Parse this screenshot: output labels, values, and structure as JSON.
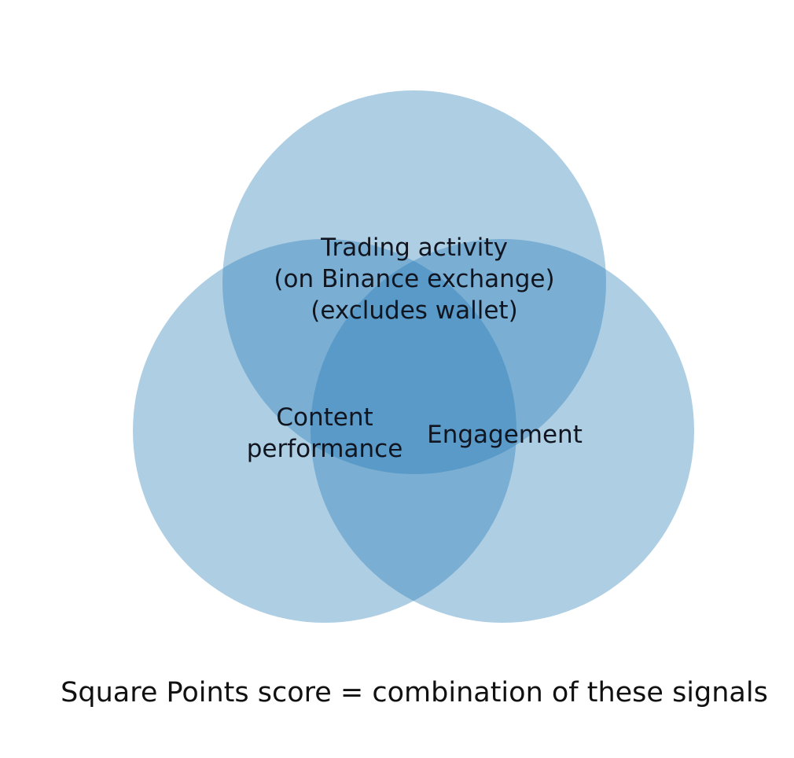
{
  "diagram": {
    "type": "venn3",
    "background": "#ffffff",
    "circle_fill_color": "#1f77b4",
    "circle_fill_opacity": "0.36",
    "region_colors": {
      "single": "#aecee4",
      "double_overlap": "#7badd3",
      "triple_overlap": "#5a9bc8"
    },
    "label_text_color": "#10151f",
    "sets": [
      {
        "id": "trading-activity",
        "label_lines": [
          "Trading activity",
          "(on Binance exchange)",
          "(excludes wallet)"
        ]
      },
      {
        "id": "content-performance",
        "label_lines": [
          "Content",
          "performance"
        ]
      },
      {
        "id": "engagement",
        "label_lines": [
          "Engagement"
        ]
      }
    ]
  },
  "caption": {
    "text": "Square Points score = combination of these signals",
    "color": "#111111"
  }
}
